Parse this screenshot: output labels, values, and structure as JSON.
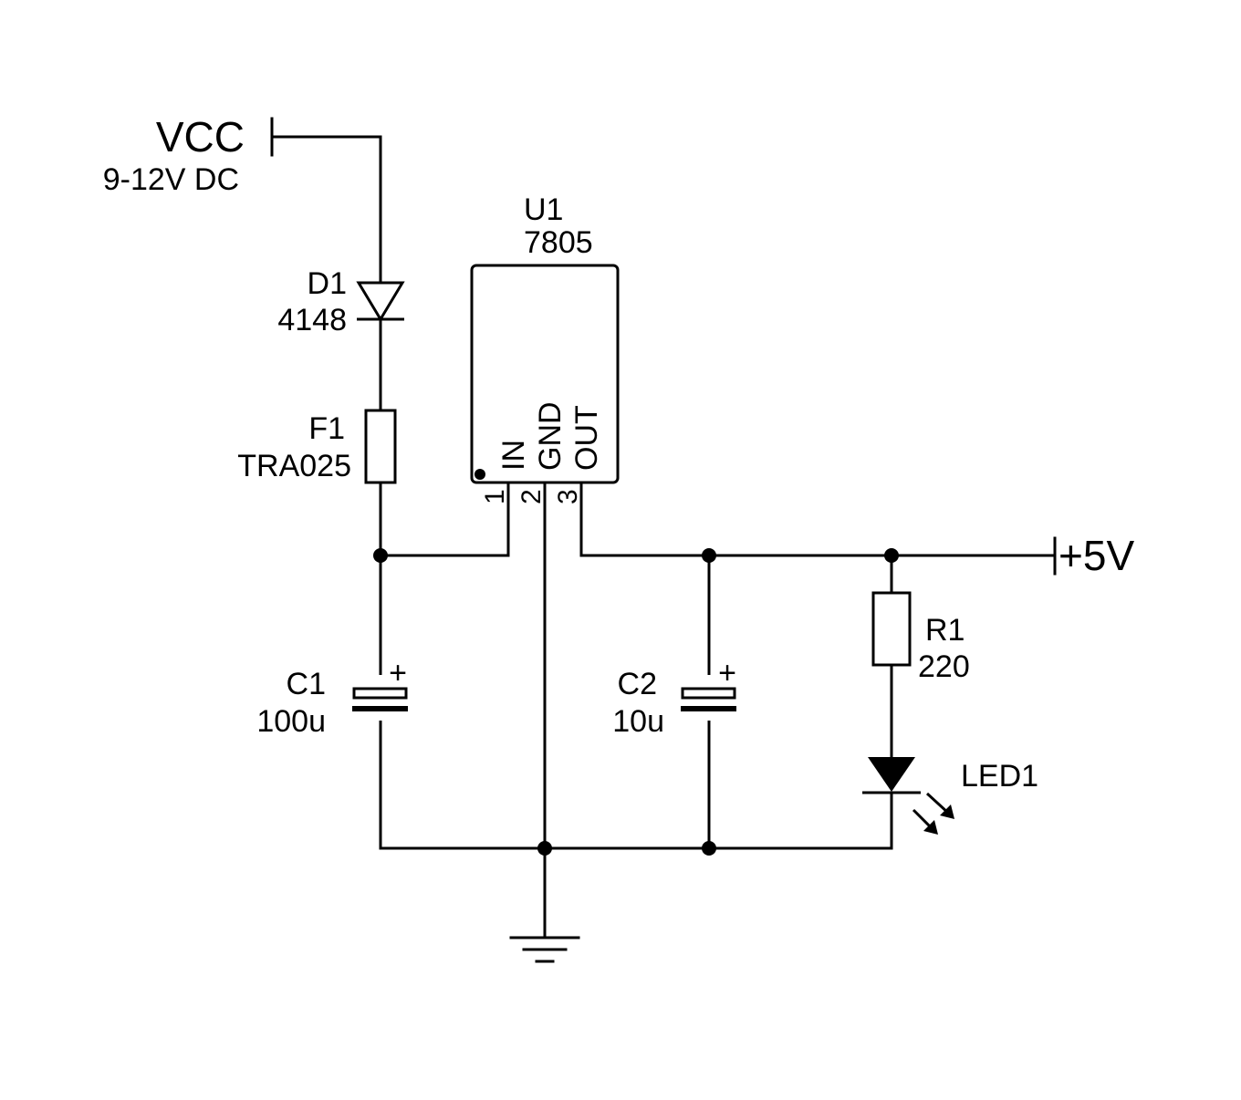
{
  "colors": {
    "ink": "#000000",
    "background": "#ffffff"
  },
  "power": {
    "vcc": {
      "label": "VCC",
      "note": "9-12V DC"
    },
    "output": {
      "label": "+5V"
    }
  },
  "components": {
    "d1": {
      "ref": "D1",
      "value": "4148"
    },
    "f1": {
      "ref": "F1",
      "value": "TRA025"
    },
    "u1": {
      "ref": "U1",
      "value": "7805",
      "pins": [
        {
          "number": "1",
          "name": "IN"
        },
        {
          "number": "2",
          "name": "GND"
        },
        {
          "number": "3",
          "name": "OUT"
        }
      ]
    },
    "c1": {
      "ref": "C1",
      "value": "100u",
      "polarity": "+"
    },
    "c2": {
      "ref": "C2",
      "value": "10u",
      "polarity": "+"
    },
    "r1": {
      "ref": "R1",
      "value": "220"
    },
    "led1": {
      "ref": "LED1"
    }
  }
}
